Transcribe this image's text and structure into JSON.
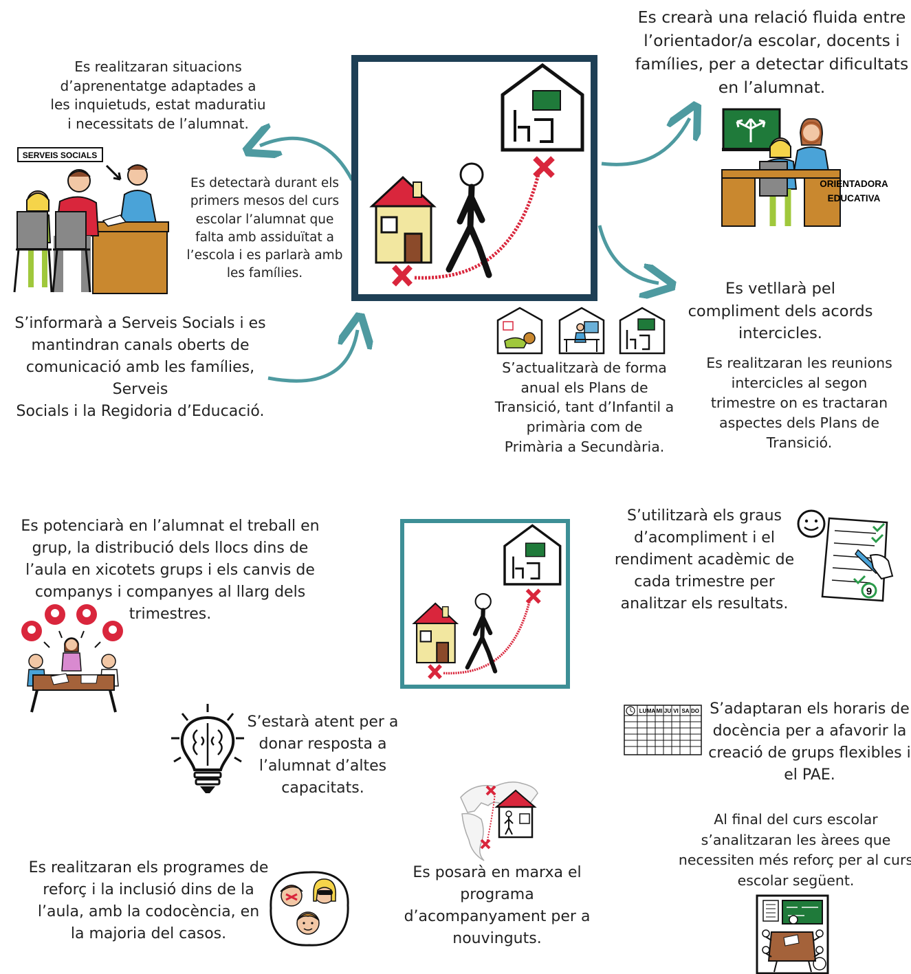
{
  "colors": {
    "arrow": "#4e9aa0",
    "frame_top": "#1e3f55",
    "frame_bottom": "#3d8f96",
    "house_roof": "#d9263c",
    "house_wall": "#f2e7a0",
    "board": "#1f7a3a",
    "cross": "#d9263c",
    "path": "#d9263c"
  },
  "icons": {
    "center_top": "school-journey-icon",
    "center_bottom": "school-journey-icon",
    "serveis_socials": "social-services-meeting-icon",
    "orientadora": "school-counselor-icon",
    "plans_transicio": "transition-plans-houses-icon",
    "group_work": "group-work-icon",
    "altes_capacitats": "brain-lightbulb-icon",
    "reforc": "support-group-icon",
    "nouvinguts": "world-map-house-icon",
    "graus_acompliment": "evaluation-sheet-icon",
    "horaris": "timetable-icon",
    "final_curs": "classroom-meeting-icon"
  },
  "labels": {
    "serveis_socials": "SERVEIS SOCIALS",
    "orientadora_line1": "ORIENTADORA",
    "orientadora_line2": "EDUCATIVA",
    "timetable_days": [
      "LU",
      "MA",
      "MI",
      "JU",
      "VI",
      "SA",
      "DO"
    ],
    "grade": "9"
  },
  "top": {
    "situacions": "Es realitzaran situacions\nd’aprenentatge adaptades a\nles  inquietuds, estat maduratiu\ni necessitats de l’alumnat.",
    "detectara": "Es detectarà durant els\nprimers mesos del curs\nescolar l’alumnat que\nfalta amb assiduïtat a\nl’escola i es parlarà amb\nles famílies.",
    "informara": "S’informarà a Serveis Socials i es\nmantindran canals oberts de\ncomunicació amb les famílies, Serveis\nSocials i la Regidoria d’Educació.",
    "relacio": "Es crearà una relació fluida entre\nl’orientador/a escolar, docents i\nfamílies, per a detectar dificultats\nen l’alumnat.",
    "vetllara": "Es vetllarà pel\ncompliment dels acords\nintercicles.",
    "reunions": "Es realitzaran les reunions\nintercicles al segon\ntrimestre on es tractaran\naspectes dels Plans de\nTransició.",
    "actualitzara": "S’actualitzarà de forma\nanual els Plans de\nTransició, tant d’Infantil a\nprimària com de\nPrimària a Secundària."
  },
  "bottom": {
    "potenciara": "Es potenciarà en l’alumnat el treball en\ngrup, la distribució dels llocs dins de\nl’aula en xicotets grups i els canvis de\ncompanys i companyes al llarg dels\ntrimestres.",
    "altes": "S’estarà atent per a\ndonar resposta a\nl’alumnat d’altes\ncapacitats.",
    "reforc": "Es realitzaran els programes de\nreforç i la inclusió dins de la\nl’aula, amb la codocència, en\nla majoria del casos.",
    "nouvinguts": "Es posarà en marxa el\nprograma\nd’acompanyament per a\nnouvinguts.",
    "graus": "S’utilitzarà els graus\nd’acompliment i el\nrendiment acadèmic de\ncada trimestre per\nanalitzar els resultats.",
    "horaris": "S’adaptaran els horaris de\ndocència per a afavorir la\ncreació de grups flexibles i\nel PAE.",
    "final": "Al final del curs escolar\ns’analitzaran les àrees que\nnecessiten més reforç per al curs\nescolar següent."
  }
}
